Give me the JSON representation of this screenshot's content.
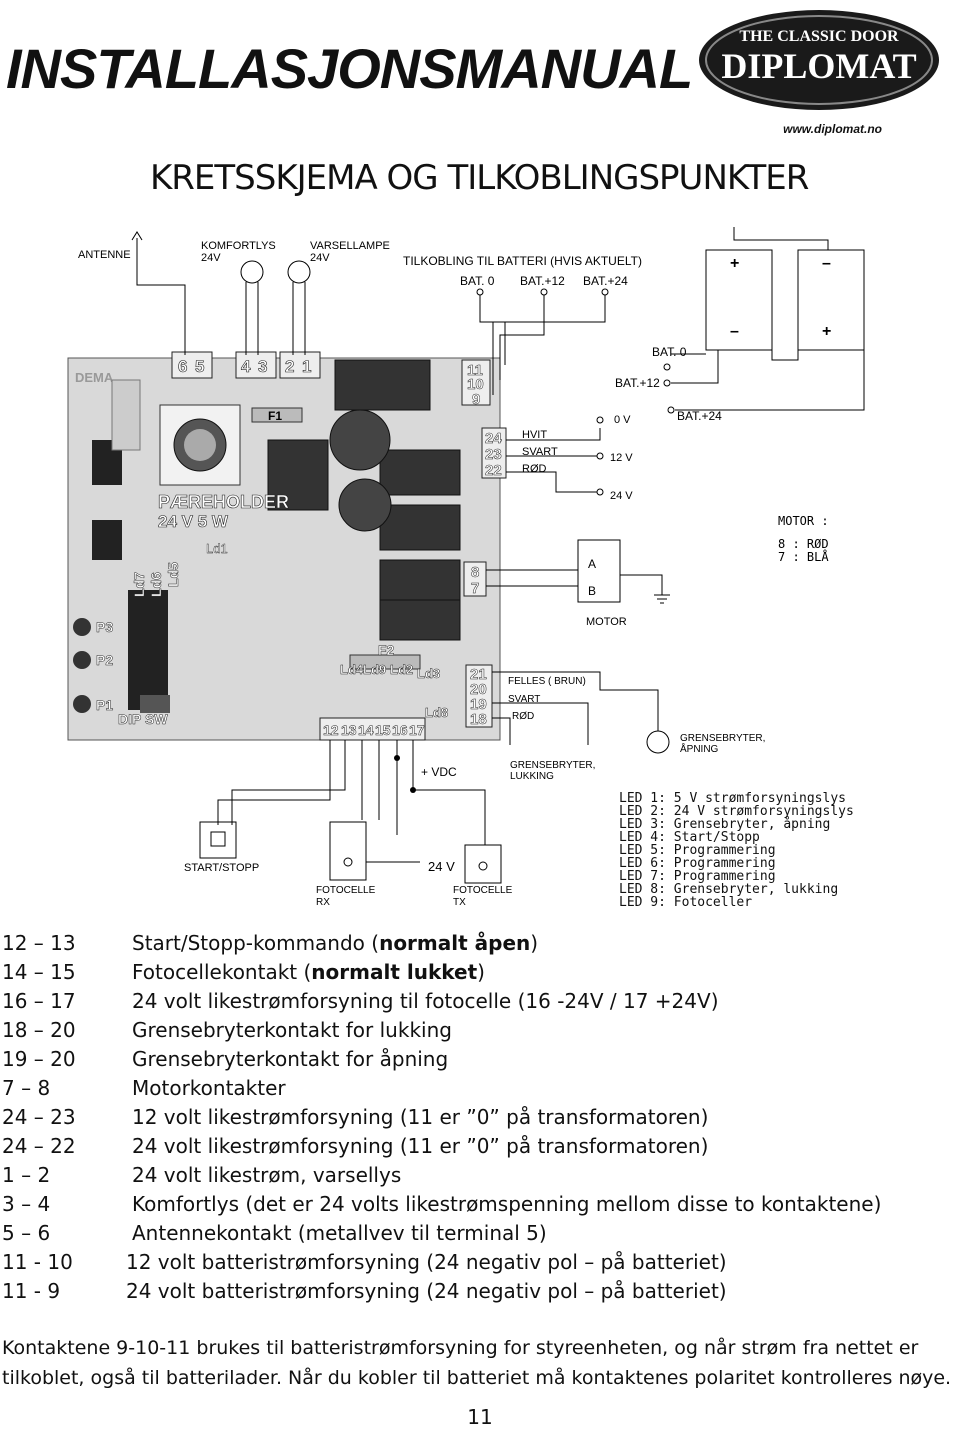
{
  "header": {
    "title": "INSTALLASJONSMANUAL",
    "logo_top": "THE CLASSIC DOOR",
    "logo_main": "DIPLOMAT",
    "website": "www.diplomat.no",
    "subtitle": "KRETSSKJEMA OG TILKOBLINGSPUNKTER"
  },
  "diagram": {
    "antenne": "ANTENNE",
    "komfortlys": "KOMFORTLYS",
    "komfortlys_v": "24V",
    "varsellampe": "VARSELLAMPE",
    "varsellampe_v": "24V",
    "batteri_title": "TILKOBLING TIL BATTERI (HVIS AKTUELT)",
    "bat0": "BAT. 0",
    "bat12": "BAT.+12",
    "bat24": "BAT.+24",
    "plus": "+",
    "minus": "–",
    "terminals_top": [
      "6",
      "5",
      "4",
      "3",
      "2",
      "1"
    ],
    "terminals_right_top": [
      "11",
      "10",
      "9"
    ],
    "terminals_right_mid": [
      "24",
      "23",
      "22"
    ],
    "terminals_motor": [
      "8",
      "7"
    ],
    "terminals_right_low": [
      "21",
      "20",
      "19",
      "18"
    ],
    "terminals_bottom": [
      "12",
      "13",
      "14",
      "15",
      "16",
      "17"
    ],
    "hvit": "HVIT",
    "svart": "SVART",
    "rod": "RØD",
    "v0": "0 V",
    "v12": "12 V",
    "v24": "24 V",
    "a": "A",
    "b": "B",
    "motor": "MOTOR",
    "motor_label": "MOTOR :",
    "motor_red": "8 : RØD",
    "motor_blue": "7 : BLÅ",
    "paereholder": "PÆREHOLDER",
    "paereholder_v": "24 V 5 W",
    "felles": "FELLES ( BRUN)",
    "svart2": "SVART",
    "rod2": "RØD",
    "ld1": "Ld1",
    "ld_left": [
      "Ld7",
      "Ld6",
      "Ld5"
    ],
    "ld_mid": [
      "Ld4",
      "Ld9",
      "Ld2",
      "Ld3"
    ],
    "ld8": "Ld8",
    "f1": "F1",
    "f2": "F2",
    "p3": "P3",
    "p2": "P2",
    "p1": "P1",
    "dipsw": "DIP SW",
    "dema": "DEMA",
    "grense_apning": [
      "GRENSEBRYTER,",
      "ÅPNING"
    ],
    "grense_lukking": [
      "GRENSEBRYTER,",
      "LUKKING"
    ],
    "vdc": "+ VDC",
    "start_stopp": "START/STOPP",
    "v24b": "24 V",
    "fotocelle_rx": [
      "FOTOCELLE",
      "RX"
    ],
    "fotocelle_tx": [
      "FOTOCELLE",
      "TX"
    ],
    "leds": [
      "LED 1: 5 V strømforsyningslys",
      "LED 2: 24 V strømforsyningslys",
      "LED 3: Grensebryter, åpning",
      "LED 4: Start/Stopp",
      "LED 5: Programmering",
      "LED 6: Programmering",
      "LED 7: Programmering",
      "LED 8: Grensebryter, lukking",
      "LED 9: Fotoceller"
    ]
  },
  "legend": [
    {
      "terminals": "12 – 13",
      "pre": "Start/Stopp-kommando (",
      "bold": "normalt åpen",
      "post": ")"
    },
    {
      "terminals": "14 – 15",
      "pre": "Fotocellekontakt (",
      "bold": "normalt lukket",
      "post": ")"
    },
    {
      "terminals": "16 – 17",
      "pre": "24 volt likestrømforsyning til fotocelle (16 -24V / 17 +24V)",
      "bold": "",
      "post": ""
    },
    {
      "terminals": "18 – 20",
      "pre": "Grensebryterkontakt for lukking",
      "bold": "",
      "post": ""
    },
    {
      "terminals": "19 – 20",
      "pre": "Grensebryterkontakt for åpning",
      "bold": "",
      "post": ""
    },
    {
      "terminals": "7 – 8",
      "pre": "Motorkontakter",
      "bold": "",
      "post": ""
    },
    {
      "terminals": "24 – 23",
      "pre": "12 volt likestrømforsyning (11 er ”0” på transformatoren)",
      "bold": "",
      "post": ""
    },
    {
      "terminals": "24 – 22",
      "pre": "24 volt likestrømforsyning (11 er ”0” på transformatoren)",
      "bold": "",
      "post": ""
    },
    {
      "terminals": "1 – 2",
      "pre": "24 volt likestrøm, varsellys",
      "bold": "",
      "post": ""
    },
    {
      "terminals": "3 – 4",
      "pre": "Komfortlys (det er 24 volts likestrømspenning mellom disse to kontaktene)",
      "bold": "",
      "post": ""
    },
    {
      "terminals": "5 – 6",
      "pre": "Antennekontakt (metallvev til terminal 5)",
      "bold": "",
      "post": ""
    },
    {
      "terminals": "11 - 10",
      "pre": "12 volt batteristrømforsyning (24 negativ pol – på batteriet)",
      "bold": "",
      "post": ""
    },
    {
      "terminals": "11 - 9",
      "pre": "24 volt batteristrømforsyning (24 negativ pol – på batteriet)",
      "bold": "",
      "post": ""
    }
  ],
  "footnote": "Kontaktene 9-10-11 brukes til batteristrømforsyning for styreenheten, og når strøm fra nettet er tilkoblet, også til batterilader. Når du kobler til batteriet må kontaktenes polaritet kontrolleres nøye.",
  "page_number": "11"
}
